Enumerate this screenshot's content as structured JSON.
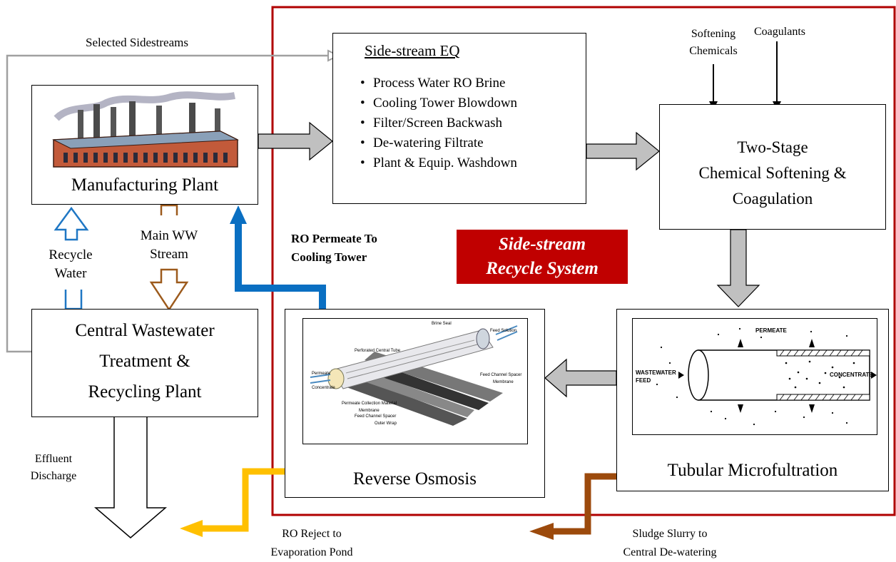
{
  "labels": {
    "selected_sidestreams": "Selected Sidestreams",
    "softening_chemicals": "Softening\nChemicals",
    "coagulants": "Coagulants",
    "manufacturing_plant": "Manufacturing Plant",
    "sidestream_eq_title": "Side-stream EQ",
    "sidestream_items": [
      "Process Water RO Brine",
      "Cooling Tower Blowdown",
      "Filter/Screen  Backwash",
      "De-watering Filtrate",
      "Plant & Equip. Washdown"
    ],
    "two_stage": "Two-Stage\nChemical Softening &\nCoagulation",
    "recycle_water": "Recycle\nWater",
    "main_ww_stream": "Main WW\nStream",
    "ro_permeate": "RO Permeate To\nCooling Tower",
    "banner": "Side-stream\nRecycle System",
    "central_ww": "Central Wastewater\nTreatment &\nRecycling Plant",
    "reverse_osmosis": "Reverse Osmosis",
    "tubular_mf": "Tubular Microfultration",
    "effluent_discharge": "Effluent\nDischarge",
    "ro_reject": "RO Reject to\nEvaporation Pond",
    "sludge_slurry": "Sludge Slurry to\nCentral De-watering"
  },
  "ro_diagram_labels": {
    "brine_seal": "Brine Seal",
    "feed_solution": "Feed Solution",
    "perforated_tube": "Perforated Central Tube",
    "feed_spacer": "Feed Channel Spacer",
    "membrane": "Membrane",
    "permeate": "Permeate",
    "concentrate": "Concentrate",
    "permeate_collection": "Permeate Collection Material",
    "membrane2": "Membrane",
    "feed_spacer2": "Feed Channel Spacer",
    "outer_wrap": "Outer Wrap"
  },
  "mf_diagram_labels": {
    "permeate": "PERMEATE",
    "wastewater_feed": "WASTEWATER\nFEED",
    "concentrate": "CONCENTRATE"
  },
  "colors": {
    "system_border": "#b00000",
    "banner_bg": "#c00000",
    "recycle_arrow": "#1f77c4",
    "main_ww_arrow": "#9c5a1c",
    "ro_permeate_arrow": "#0a6fc2",
    "ro_reject_arrow": "#ffc000",
    "sludge_arrow": "#9c4a0c",
    "process_arrow_fill": "#c0c0c0",
    "sidestream_line": "#a0a0a0"
  }
}
